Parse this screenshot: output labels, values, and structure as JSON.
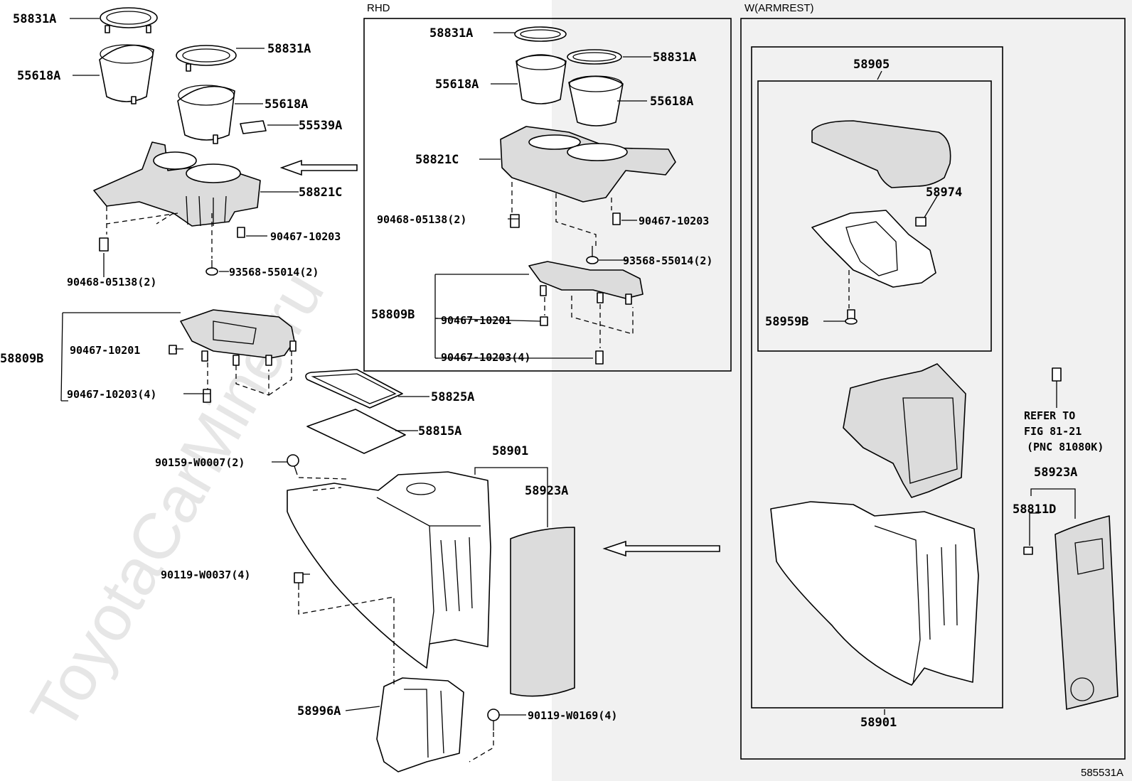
{
  "watermark": "ToyotaCarMine.ru",
  "figure_code": "585531A",
  "sections": {
    "rhd_title": "RHD",
    "armrest_title": "W(ARMREST)"
  },
  "refer_note": {
    "line1": "REFER TO",
    "line2": "FIG 81-21",
    "line3": "(PNC 81080K)"
  },
  "labels": {
    "l01": "58831A",
    "l02": "55618A",
    "l03": "58831A",
    "l04": "55618A",
    "l05": "55539A",
    "l06": "58821C",
    "l07": "90467-10203",
    "l08": "93568-55014(2)",
    "l09": "90468-05138(2)",
    "l10": "58809B",
    "l11": "90467-10201",
    "l12": "90467-10203(4)",
    "l13": "58825A",
    "l14": "58815A",
    "l15": "90159-W0007(2)",
    "l16": "58901",
    "l17": "58923A",
    "l18": "90119-W0037(4)",
    "l19": "58996A",
    "l20": "90119-W0169(4)",
    "r01": "58831A",
    "r02": "58831A",
    "r03": "55618A",
    "r04": "55618A",
    "r05": "58821C",
    "r06": "90468-05138(2)",
    "r07": "90467-10203",
    "r08": "93568-55014(2)",
    "r09": "58809B",
    "r10": "90467-10201",
    "r11": "90467-10203(4)",
    "a01": "58905",
    "a02": "58974",
    "a03": "58959B",
    "a04": "58901",
    "a05": "58923A",
    "a06": "58811D"
  }
}
